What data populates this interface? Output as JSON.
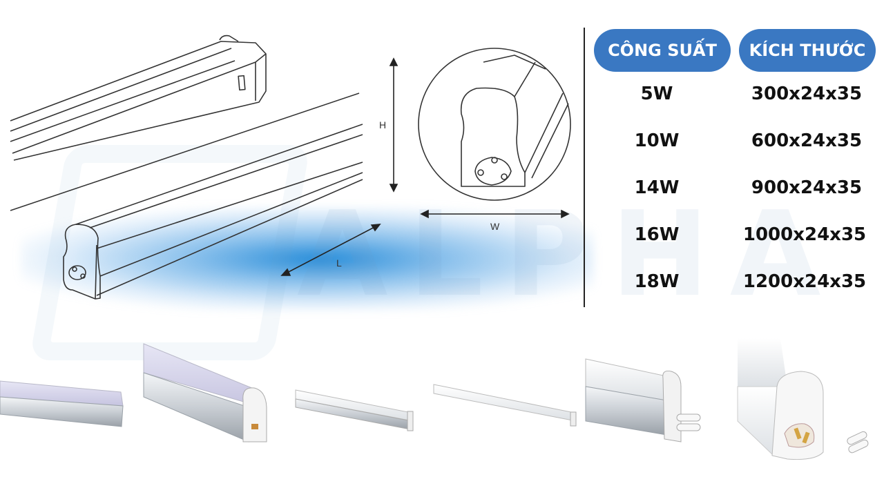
{
  "dimension_labels": {
    "height": "H",
    "width": "W",
    "length": "L"
  },
  "spec_table": {
    "headers": [
      "CÔNG SUẤT",
      "KÍCH THƯỚC"
    ],
    "rows": [
      {
        "power": "5W",
        "size": "300x24x35"
      },
      {
        "power": "10W",
        "size": "600x24x35"
      },
      {
        "power": "14W",
        "size": "900x24x35"
      },
      {
        "power": "16W",
        "size": "1000x24x35"
      },
      {
        "power": "18W",
        "size": "1200x24x35"
      }
    ]
  },
  "watermark": "ALPHA",
  "colors": {
    "header_pill": "#3a78c2",
    "glow": "#0a78d2",
    "line_art": "#333333"
  }
}
